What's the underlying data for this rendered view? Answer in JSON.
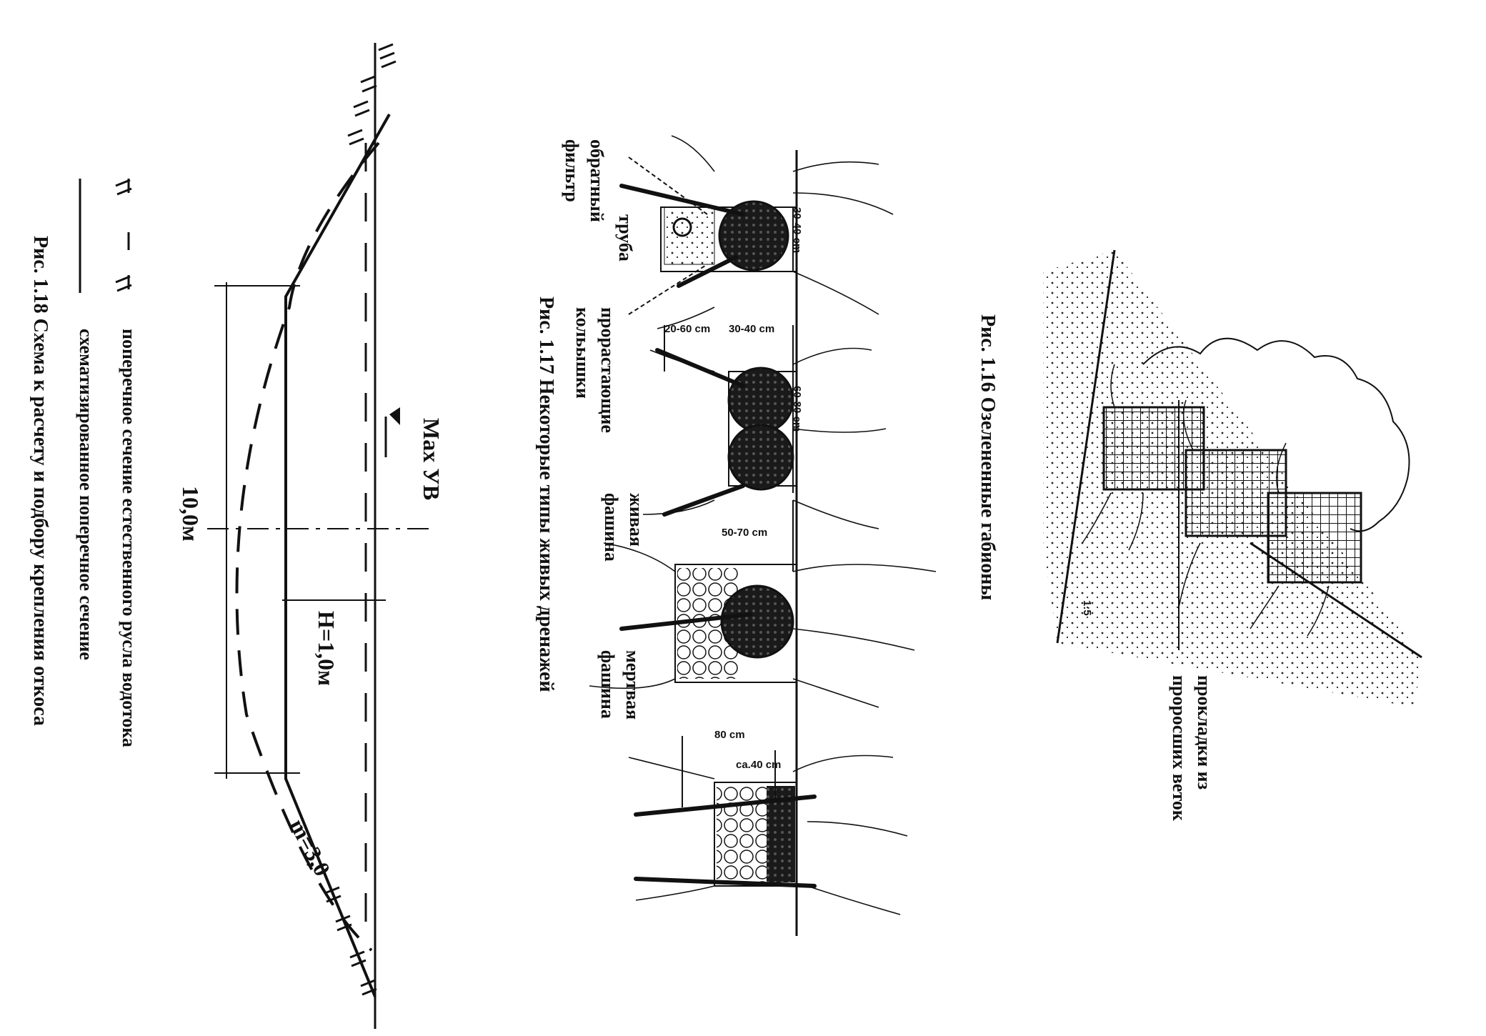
{
  "fig16": {
    "caption": "Рис. 1.16 Озелененные габионы",
    "label_line1": "прокладки из",
    "label_line2": "проросших веток",
    "slope": "1:5"
  },
  "fig17": {
    "caption": "Рис. 1.17 Некоторые типы живых дренажей",
    "label_filter_1": "обратный",
    "label_filter_2": "фильтр",
    "label_pipe": "труба",
    "label_sprout_1": "прорастающие",
    "label_sprout_2": "кольышки",
    "label_live_1": "живая",
    "label_live_2": "фашина",
    "label_dead_1": "мертвая",
    "label_dead_2": "фашина",
    "dims": {
      "d1": "30-40 cm",
      "d2": "20-60 cm",
      "d3": "30-40 cm",
      "d4": "60-80 cm",
      "d5": "50-70 cm",
      "d6": "80 cm",
      "d7": "ca.40 cm"
    }
  },
  "fig18": {
    "caption": "Рис. 1.18 Схема к расчету и подбору крепления откоса",
    "max_level": "Max УВ",
    "width": "10,0м",
    "depth": "H=1,0м",
    "slope": "m=3,0",
    "legend_natural": "поперечное сечение естественного русла водотока",
    "legend_schematic": "схематизированное поперечное сечение"
  }
}
